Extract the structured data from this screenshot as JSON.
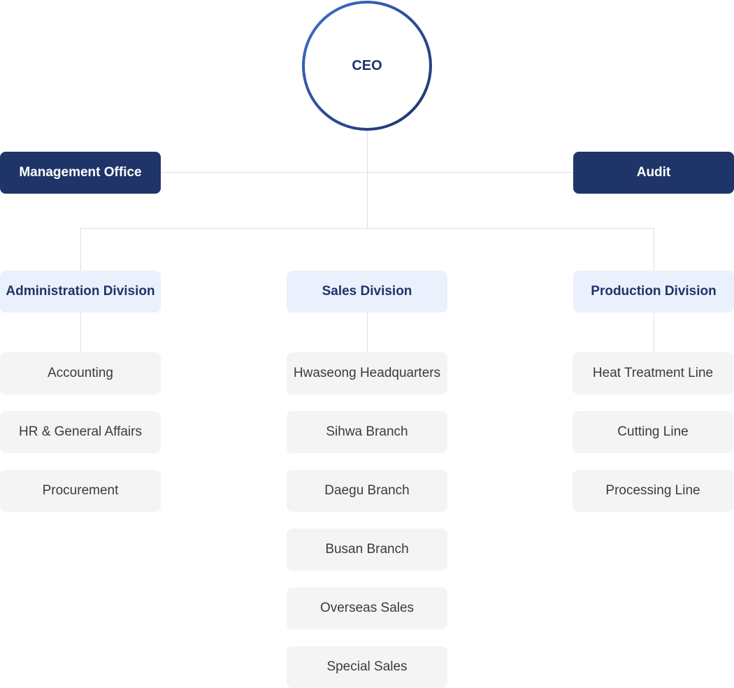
{
  "org_chart": {
    "ceo": "CEO",
    "staff": {
      "left": "Management Office",
      "right": "Audit"
    },
    "divisions": [
      {
        "title": "Administration Division",
        "units": [
          "Accounting",
          "HR & General Affairs",
          "Procurement"
        ]
      },
      {
        "title": "Sales Division",
        "units": [
          "Hwaseong Headquarters",
          "Sihwa Branch",
          "Daegu Branch",
          "Busan Branch",
          "Overseas Sales",
          "Special Sales"
        ]
      },
      {
        "title": "Production Division",
        "units": [
          "Heat Treatment Line",
          "Cutting Line",
          "Processing Line"
        ]
      }
    ]
  },
  "colors": {
    "ceo_gradient": [
      "#3f72cf",
      "#1e3465"
    ],
    "staff_bg": "#1f3468",
    "division_bg": "#eaf1fd",
    "division_text": "#1f3468",
    "unit_bg": "#f4f4f4",
    "unit_text": "#3b3b3b",
    "connector": "#dedede"
  }
}
